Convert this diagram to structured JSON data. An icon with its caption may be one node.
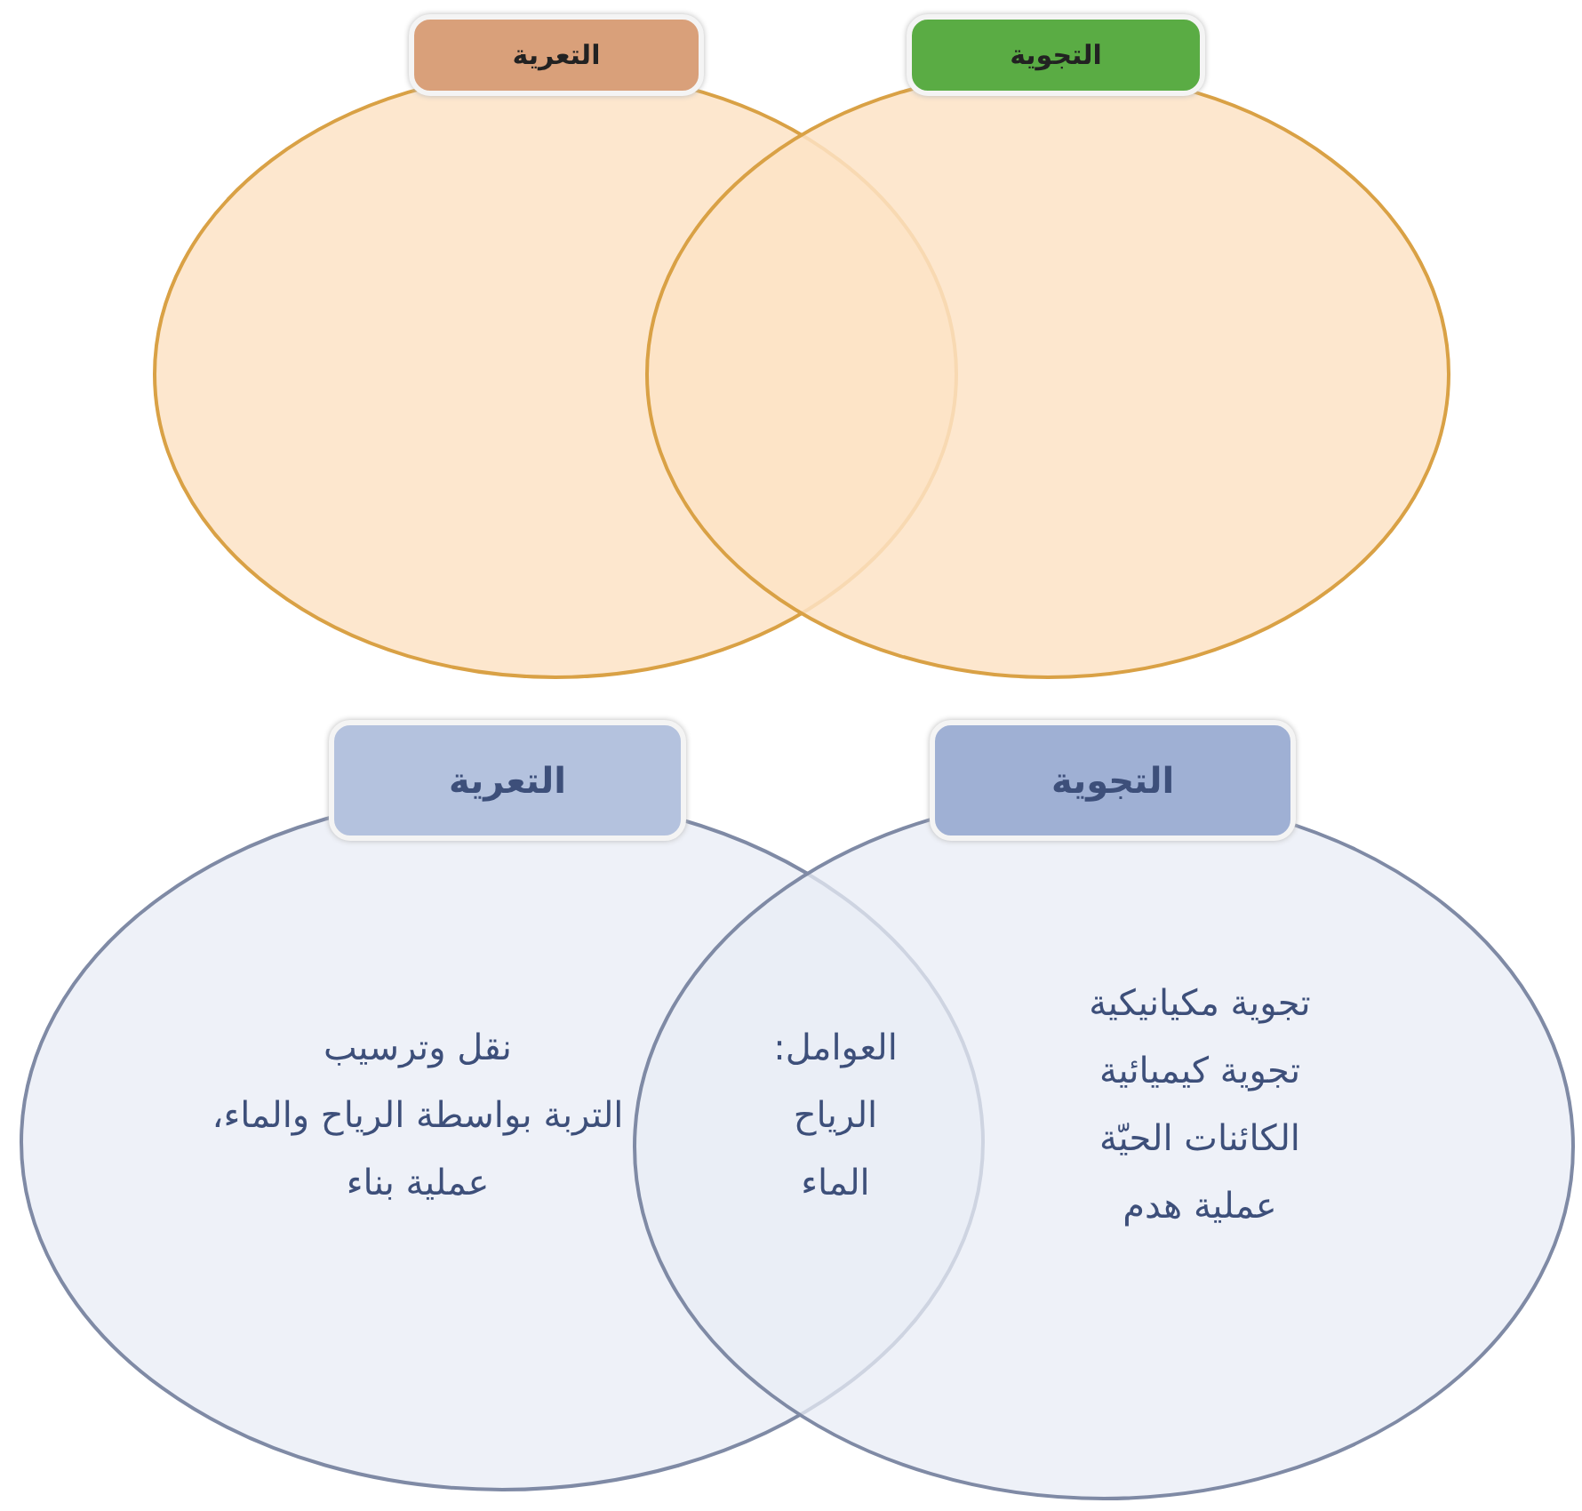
{
  "diagram": {
    "nodes": [
      {
        "text": [
          "التعرية"
        ]
      },
      {
        "text": [
          "التجوية"
        ]
      },
      {
        "text": [
          "التعرية",
          "نقل وترسيب",
          "التربة بواسطة الرياح والماء،",
          "عملية بناء"
        ]
      },
      {
        "text": [
          "التجوية",
          "تجوية مكيانيكية",
          "تجوية كيميائية",
          "الكائنات الحيّة",
          "عملية هدم"
        ]
      }
    ],
    "edges": [],
    "labels": [
      "العوامل:",
      "الرياح",
      "الماء"
    ]
  }
}
